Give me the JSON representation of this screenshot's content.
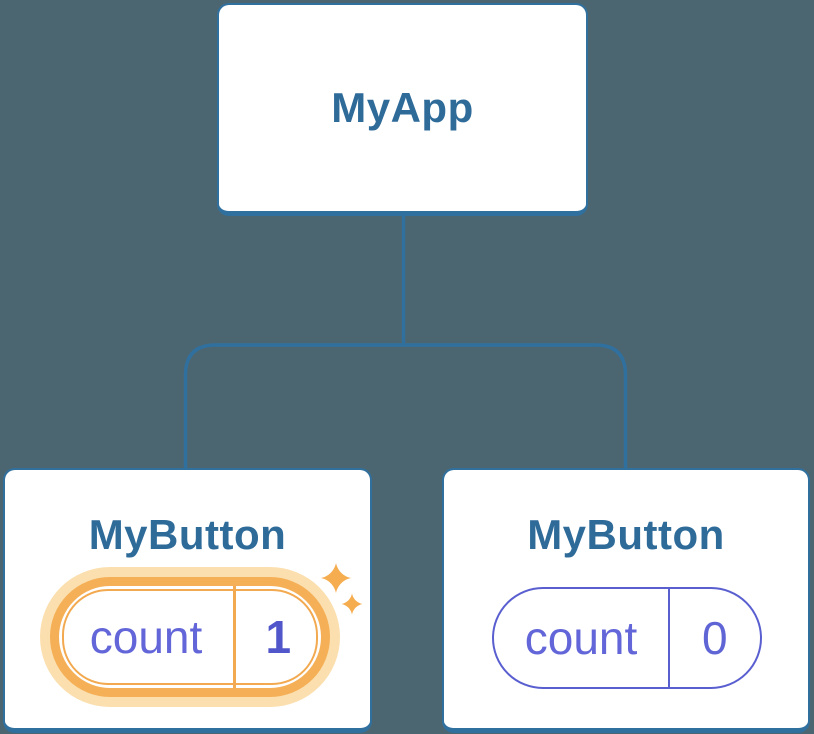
{
  "diagram": {
    "root": {
      "title": "MyApp"
    },
    "children": [
      {
        "title": "MyButton",
        "state": {
          "label": "count",
          "value": "1"
        },
        "highlighted": true
      },
      {
        "title": "MyButton",
        "state": {
          "label": "count",
          "value": "0"
        },
        "highlighted": false
      }
    ]
  },
  "colors": {
    "background": "#4c6671",
    "card_background": "#ffffff",
    "card_border": "#30709f",
    "connector_line": "#30709f",
    "title_text": "#2e6b99",
    "state_label_text": "#6366d8",
    "state_value_text": "#6065d6",
    "state_value_highlighted_text": "#5157cb",
    "state_pill_border": "#5a5fd0",
    "highlight_ring": "#f5b057",
    "highlight_glow": "#fbdfae",
    "highlight_inner_border": "#f2a94f",
    "sparkle": "#f5ad4f"
  },
  "icons": {
    "sparkle": "sparkle-icon"
  }
}
